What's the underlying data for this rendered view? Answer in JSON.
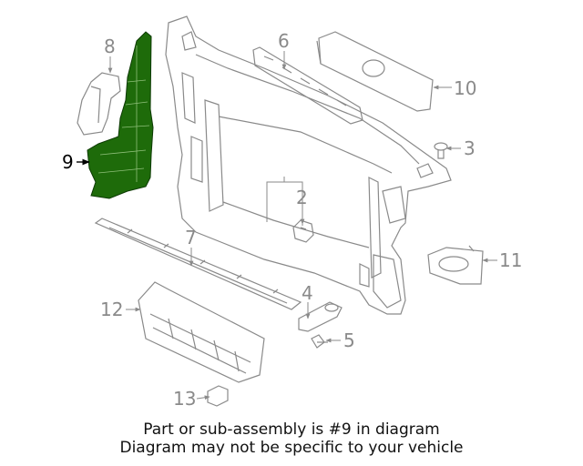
{
  "callouts": {
    "c2": "2",
    "c3": "3",
    "c4": "4",
    "c5": "5",
    "c6": "6",
    "c7": "7",
    "c8": "8",
    "c9": "9",
    "c10": "10",
    "c11": "11",
    "c12": "12",
    "c13": "13"
  },
  "highlight_part": "9",
  "colors": {
    "highlight_fill": "#1e6b0a",
    "banner_bg": "#1e6b0a",
    "line": "#8a8a8a",
    "callout_text": "#8a8a8a"
  },
  "banner": {
    "line1": "Part or sub-assembly is #9 in diagram",
    "line2": "Diagram may not be specific to your vehicle"
  }
}
